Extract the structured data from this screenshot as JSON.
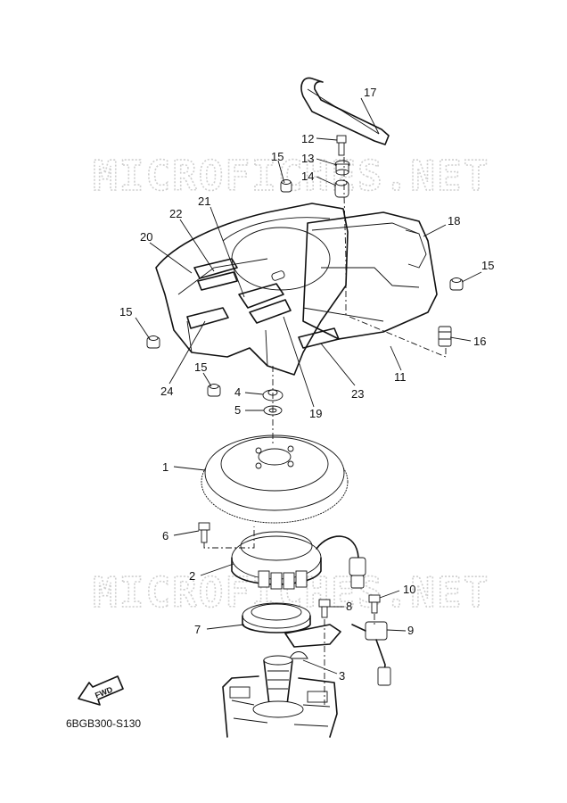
{
  "watermark": {
    "top": "MICROFICHES.NET",
    "bottom": "MICROFICHES.NET"
  },
  "fwd_label": "FWD",
  "diagram_code": "6BGB300-S130",
  "callouts": {
    "c1": "1",
    "c2": "2",
    "c3": "3",
    "c4": "4",
    "c5": "5",
    "c6": "6",
    "c7": "7",
    "c8": "8",
    "c9": "9",
    "c10": "10",
    "c11": "11",
    "c12": "12",
    "c13": "13",
    "c14": "14",
    "c15a": "15",
    "c15b": "15",
    "c15c": "15",
    "c15d": "15",
    "c16": "16",
    "c17": "17",
    "c18": "18",
    "c19": "19",
    "c20": "20",
    "c21": "21",
    "c22": "22",
    "c23": "23",
    "c24": "24"
  }
}
